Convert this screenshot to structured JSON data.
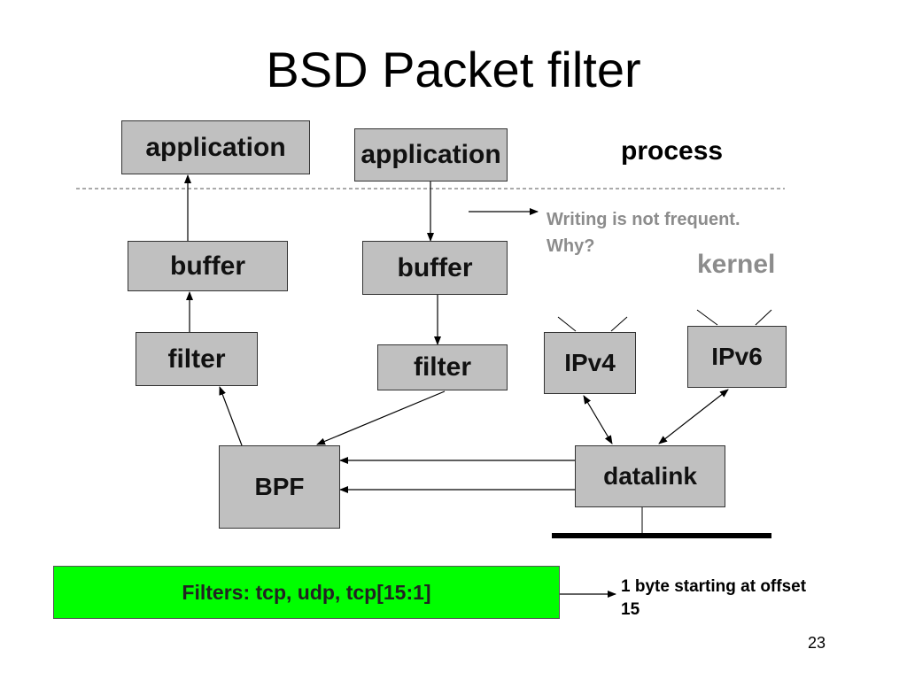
{
  "title": "BSD Packet filter",
  "boxes": {
    "app_left": "application",
    "app_right": "application",
    "buffer_left": "buffer",
    "buffer_right": "buffer",
    "filter_left": "filter",
    "filter_right": "filter",
    "ipv4": "IPv4",
    "ipv6": "IPv6",
    "bpf": "BPF",
    "datalink": "datalink"
  },
  "labels": {
    "process": "process",
    "kernel": "kernel",
    "writing_note_line1": "Writing is not frequent.",
    "writing_note_line2": "Why?",
    "offset_note_line1": "1 byte starting at offset",
    "offset_note_line2": "15"
  },
  "filters_bar": {
    "text": "Filters: tcp, udp, tcp[15:1]",
    "color": "#00ff00"
  },
  "page_number": "23",
  "colors": {
    "box_fill": "#c0c0c0",
    "note_grey": "#8c8c8c"
  }
}
